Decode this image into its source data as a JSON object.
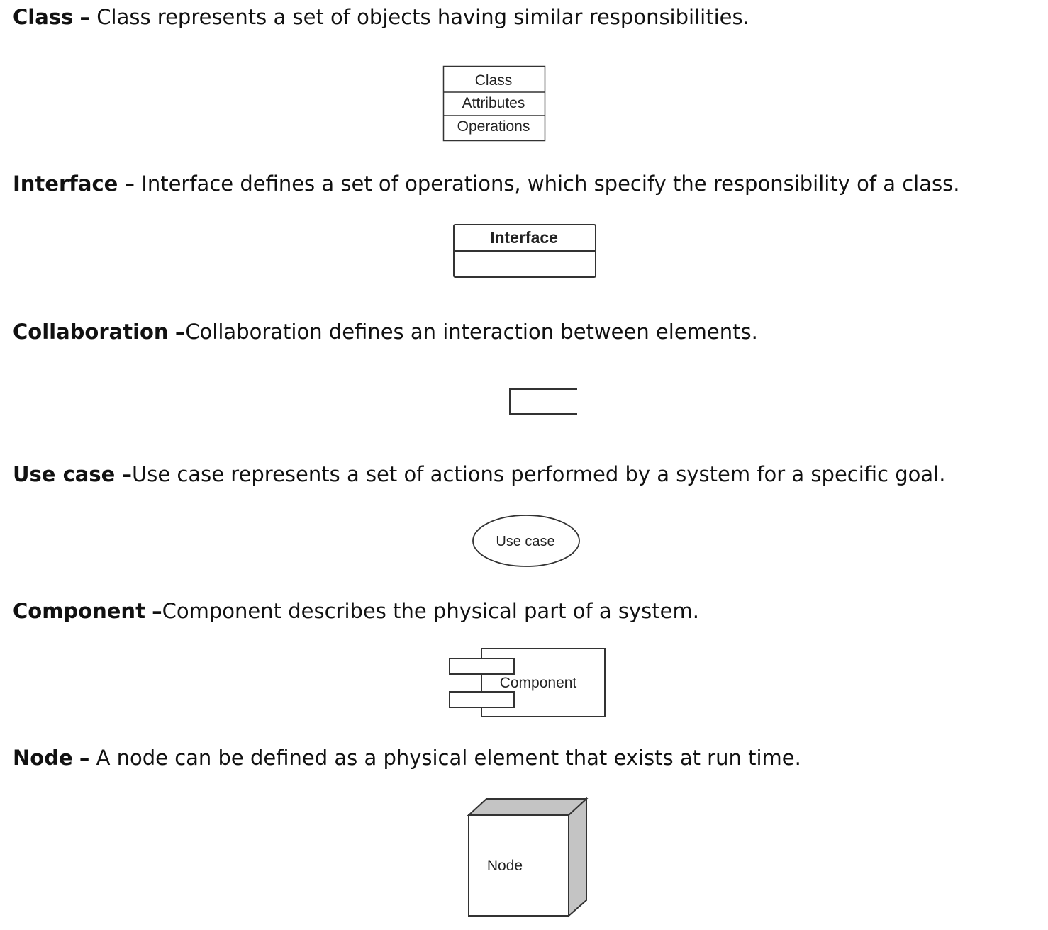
{
  "items": [
    {
      "term": "Class",
      "dash": "–",
      "description": "Class represents a set of objects having similar responsibilities.",
      "figure": {
        "shape": "class-box",
        "labels": [
          "Class",
          "Attributes",
          "Operations"
        ]
      }
    },
    {
      "term": "Interface",
      "dash": "–",
      "description": "Interface defines a set of operations, which specify the responsibility of a class.",
      "figure": {
        "shape": "interface-box",
        "labels": [
          "Interface"
        ]
      }
    },
    {
      "term": "Collaboration",
      "dash": "–",
      "description": "Collaboration defines an interaction between elements.",
      "figure": {
        "shape": "collaboration",
        "labels": []
      }
    },
    {
      "term": "Use case",
      "dash": "–",
      "description": "Use case represents a set of actions performed by a system for a specific goal.",
      "figure": {
        "shape": "ellipse",
        "labels": [
          "Use case"
        ]
      }
    },
    {
      "term": "Component",
      "dash": "–",
      "description": "Component describes the physical part of a system.",
      "figure": {
        "shape": "component",
        "labels": [
          "Component"
        ]
      }
    },
    {
      "term": "Node",
      "dash": "–",
      "description": "A node can be defined as a physical element that exists at run time.",
      "figure": {
        "shape": "cube",
        "labels": [
          "Node"
        ]
      }
    }
  ],
  "colors": {
    "text": "#111111",
    "stroke": "#333333",
    "node_side_fill": "#c4c4c4"
  }
}
